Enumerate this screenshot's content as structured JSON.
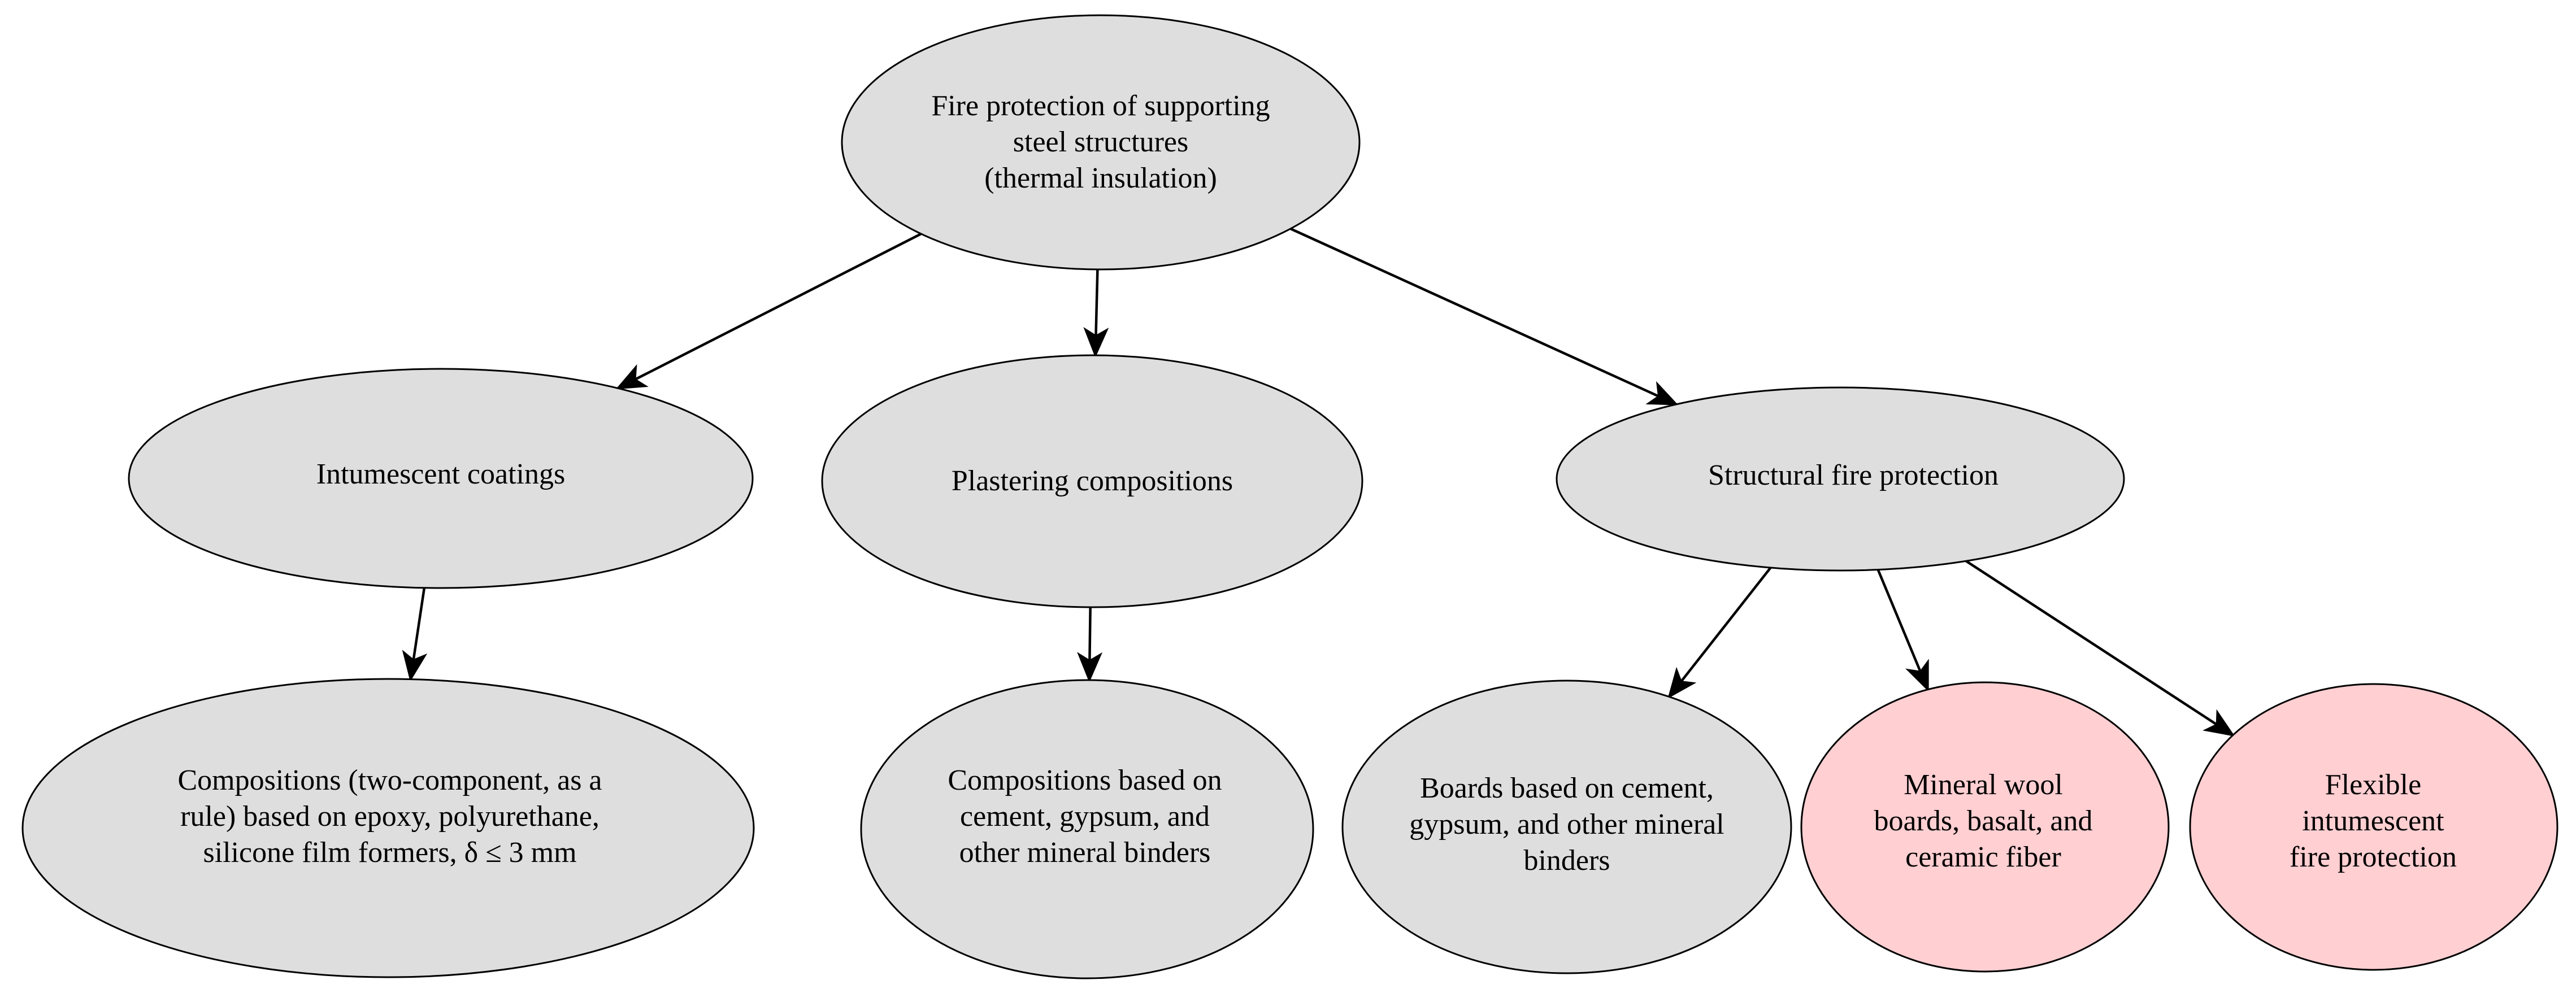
{
  "colors": {
    "node_fill": "#dedede",
    "highlight_fill": "#ffcfd2",
    "stroke": "#000000",
    "background": "#ffffff"
  },
  "nodes": {
    "root": {
      "label": "Fire protection of supporting\nsteel structures\n(thermal insulation)"
    },
    "intumescent": {
      "label": "Intumescent coatings"
    },
    "plastering": {
      "label": "Plastering compositions"
    },
    "structural": {
      "label": "Structural fire protection"
    },
    "compositions_film": {
      "label": "Compositions (two-component, as a\nrule) based on epoxy, polyurethane,\nsilicone film formers, δ ≤ 3 mm"
    },
    "compositions_mineral": {
      "label": "Compositions based on\ncement, gypsum, and\nother mineral binders"
    },
    "boards_mineral": {
      "label": "Boards based on cement,\ngypsum, and other mineral\nbinders"
    },
    "mineral_wool": {
      "label": "Mineral wool\nboards, basalt, and\nceramic fiber"
    },
    "flexible": {
      "label": "Flexible\nintumescent\nfire protection"
    }
  },
  "edges": [
    {
      "from": "root",
      "to": "intumescent"
    },
    {
      "from": "root",
      "to": "plastering"
    },
    {
      "from": "root",
      "to": "structural"
    },
    {
      "from": "intumescent",
      "to": "compositions_film"
    },
    {
      "from": "plastering",
      "to": "compositions_mineral"
    },
    {
      "from": "structural",
      "to": "boards_mineral"
    },
    {
      "from": "structural",
      "to": "mineral_wool"
    },
    {
      "from": "structural",
      "to": "flexible"
    }
  ]
}
